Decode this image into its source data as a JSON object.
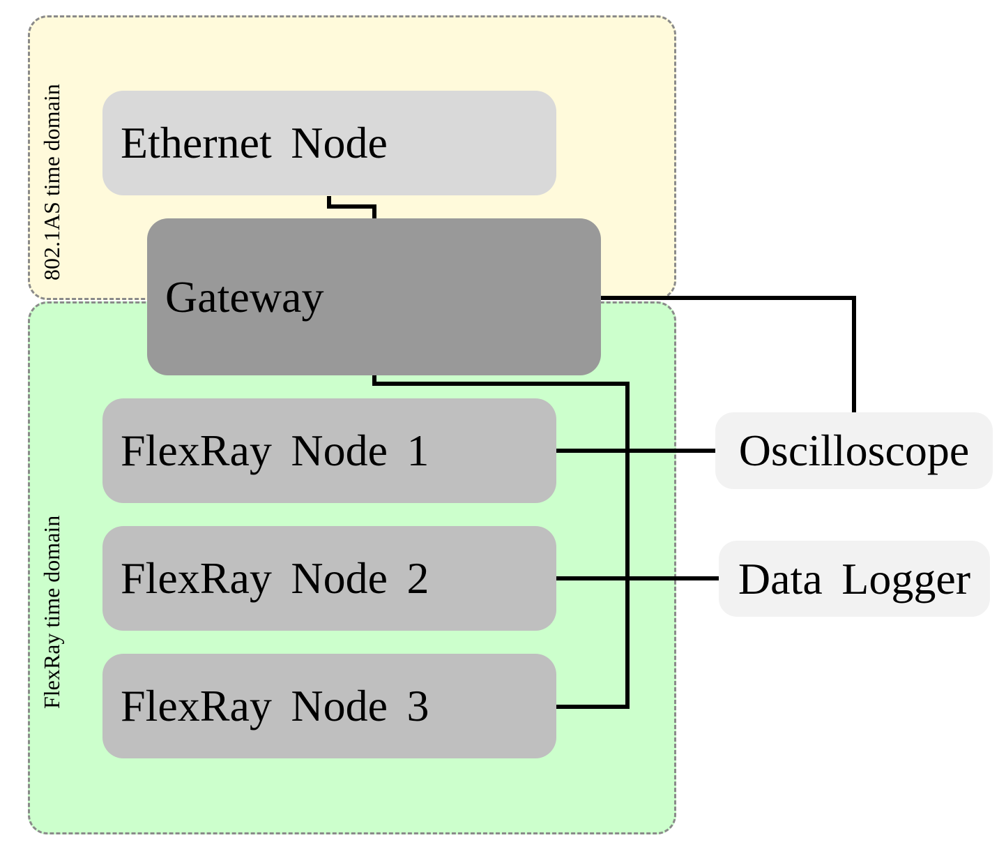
{
  "domains": {
    "top_label": "802.1AS time domain",
    "bottom_label": "FlexRay time domain"
  },
  "nodes": {
    "ethernet": "Ethernet Node",
    "gateway": "Gateway",
    "flexray_1": "FlexRay Node 1",
    "flexray_2": "FlexRay Node 2",
    "flexray_3": "FlexRay Node 3"
  },
  "instruments": {
    "oscilloscope": "Oscilloscope",
    "data_logger": "Data Logger"
  },
  "colors": {
    "domain_8021as_fill": "#fffadb",
    "domain_flexray_fill": "#ccffcc",
    "domain_border": "#8a8a8a",
    "ethernet_node_fill": "#d9d9d9",
    "gateway_fill": "#999999",
    "flexray_node_fill": "#bfbfbf",
    "instrument_fill": "#f2f2f2",
    "wire": "#000000"
  }
}
